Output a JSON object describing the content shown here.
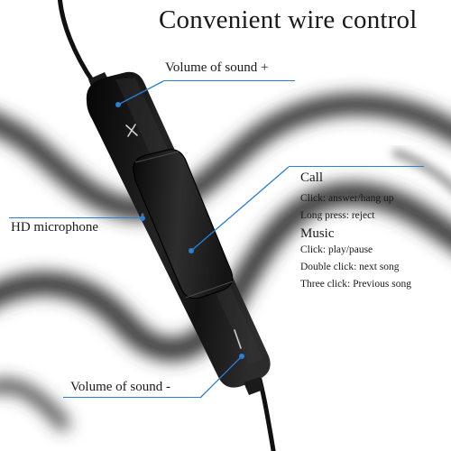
{
  "title": "Convenient wire control",
  "labels": {
    "volume_up": "Volume of sound +",
    "hd_microphone": "HD microphone",
    "volume_down": "Volume of sound -"
  },
  "call": {
    "heading": "Call",
    "lines": [
      "Click: answer/hang up",
      "Long press: reject"
    ]
  },
  "music": {
    "heading": "Music",
    "lines": [
      "Click: play/pause",
      "Double click: next song",
      "Three click: Previous song"
    ]
  },
  "colors": {
    "leader": "#2a7fd6",
    "remote_body": "#141414",
    "cable_shadow": "#3c3c3c"
  }
}
